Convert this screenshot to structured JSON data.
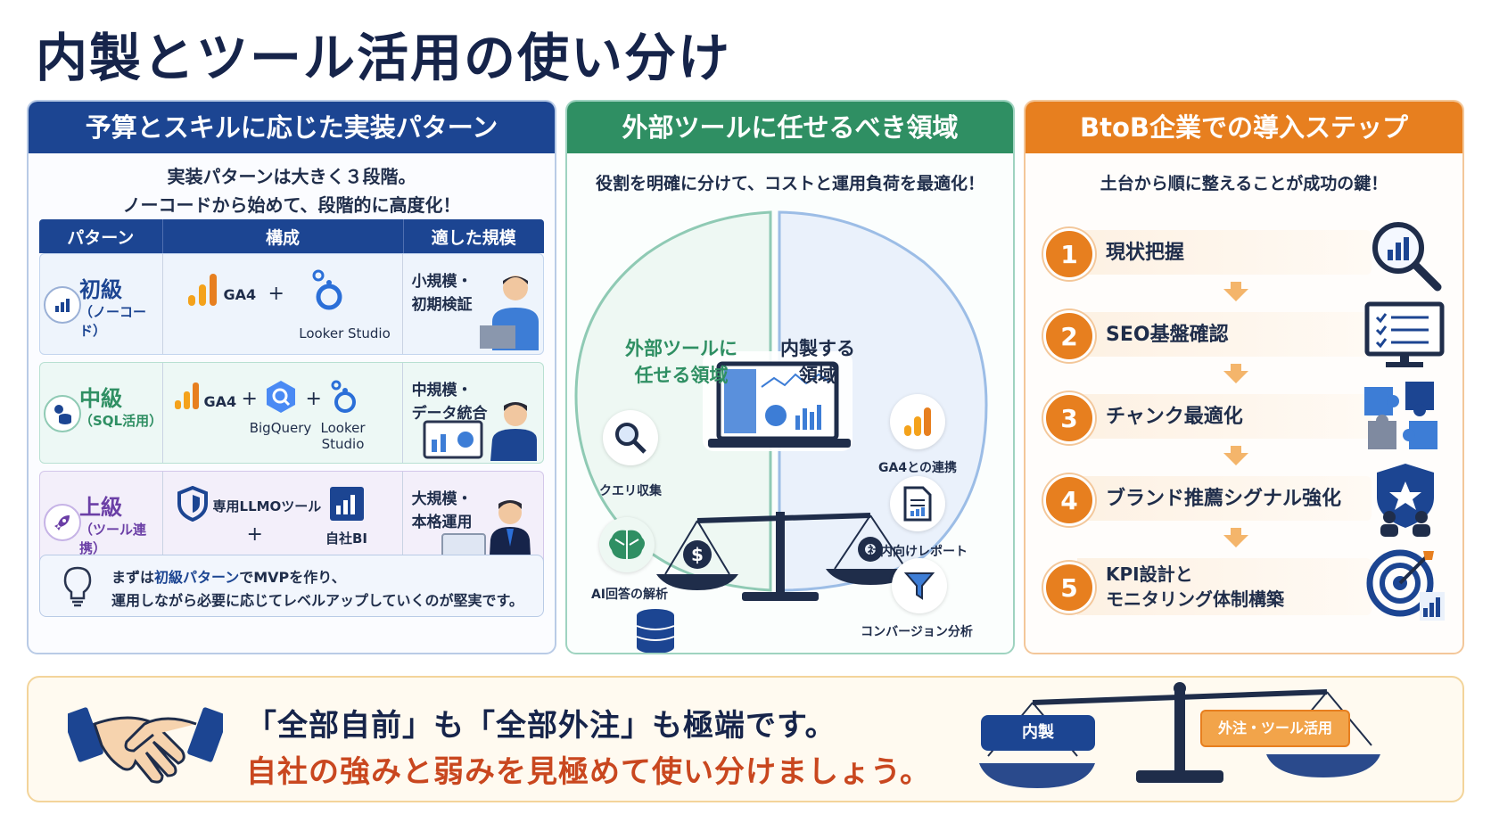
{
  "page": {
    "title": "内製とツール活用の使い分け"
  },
  "panel1": {
    "header": "予算とスキルに応じた実装パターン",
    "subtitle_line1": "実装パターンは大きく３段階。",
    "subtitle_line2": "ノーコードから始めて、段階的に高度化！",
    "columns": [
      "パターン",
      "構成",
      "適した規模"
    ],
    "rows": [
      {
        "level": "初級",
        "level_sub": "（ノーコード）",
        "tools": [
          "GA4",
          "Looker Studio"
        ],
        "scale_line1": "小規模・",
        "scale_line2": "初期検証"
      },
      {
        "level": "中級",
        "level_sub": "（SQL活用）",
        "tools": [
          "GA4",
          "BigQuery",
          "Looker",
          "Studio"
        ],
        "scale_line1": "中規模・",
        "scale_line2": "データ統合"
      },
      {
        "level": "上級",
        "level_sub": "（ツール連携）",
        "tools": [
          "専用LLMOツール",
          "自社BI"
        ],
        "scale_line1": "大規模・",
        "scale_line2": "本格運用"
      }
    ],
    "plus": "+",
    "tip_line1_prefix": "まずは",
    "tip_line1_strong": "初級パターン",
    "tip_line1_suffix": "でMVPを作り、",
    "tip_line2": "運用しながら必要に応じてレベルアップしていくのが堅実です。"
  },
  "panel2": {
    "header": "外部ツールに任せるべき領域",
    "subtitle": "役割を明確に分けて、コストと運用負荷を最適化！",
    "left_label_line1": "外部ツールに",
    "left_label_line2": "任せる領域",
    "right_label_line1": "内製する",
    "right_label_line2": "領域",
    "left_items": [
      "クエリ収集",
      "AI回答の解析"
    ],
    "right_items": [
      "GA4との連携",
      "社内向けレポート",
      "コンバージョン分析"
    ]
  },
  "panel3": {
    "header": "BtoB企業での導入ステップ",
    "subtitle": "土台から順に整えることが成功の鍵！",
    "steps": [
      {
        "num": "1",
        "label": "現状把握"
      },
      {
        "num": "2",
        "label": "SEO基盤確認"
      },
      {
        "num": "3",
        "label": "チャンク最適化"
      },
      {
        "num": "4",
        "label": "ブランド推薦シグナル強化"
      },
      {
        "num": "5",
        "label_line1": "KPI設計と",
        "label_line2": "モニタリング体制構築"
      }
    ]
  },
  "banner": {
    "line1": "「全部自前」も「全部外注」も極端です。",
    "line2": "自社の強みと弱みを見極めて使い分けましょう。",
    "pan_left": "内製",
    "pan_right": "外注・ツール活用"
  },
  "colors": {
    "navy": "#1c4592",
    "green": "#2f8f63",
    "orange": "#e77f1f",
    "purple": "#6b3fa6",
    "red": "#c9471f"
  }
}
